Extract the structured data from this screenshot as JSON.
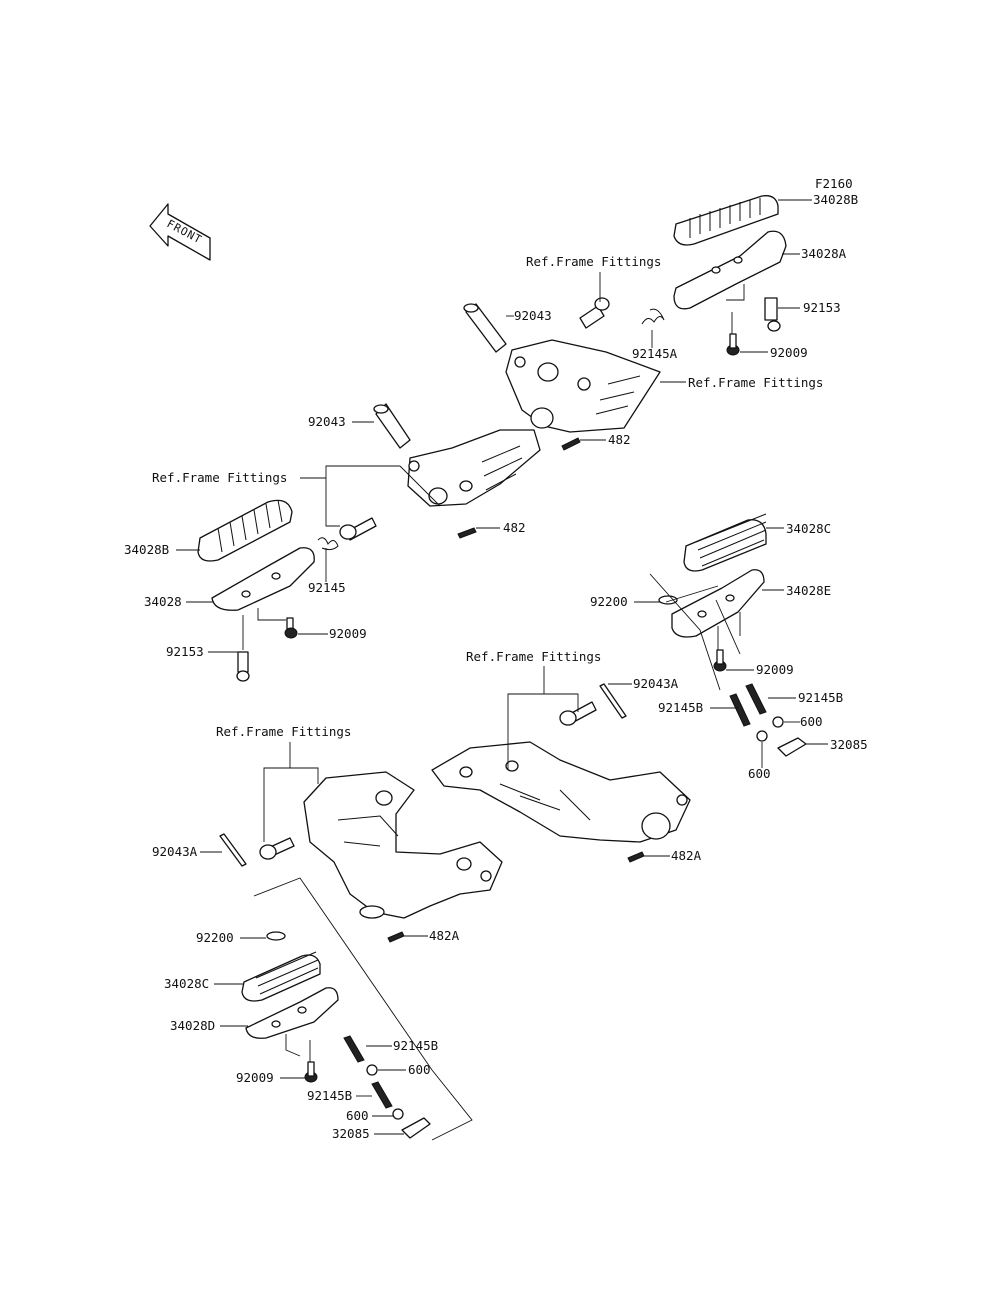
{
  "figure_code": "F2160",
  "front_arrow_label": "FRONT",
  "labels": {
    "p34028b_top": "34028B",
    "p34028a": "34028A",
    "p92153_top": "92153",
    "p92009_top": "92009",
    "ref_frame_1": "Ref.Frame Fittings",
    "p92043_top": "92043",
    "p92145a": "92145A",
    "ref_frame_2": "Ref.Frame Fittings",
    "p482_top": "482",
    "p92043_mid": "92043",
    "ref_frame_3": "Ref.Frame Fittings",
    "p482_mid": "482",
    "p34028b_left": "34028B",
    "p92145": "92145",
    "p34028": "34028",
    "p92009_left": "92009",
    "p92153_left": "92153",
    "p34028c_right": "34028C",
    "p92200_right": "92200",
    "p34028e": "34028E",
    "p92009_right": "92009",
    "ref_frame_4": "Ref.Frame Fittings",
    "p92043a_right": "92043A",
    "p92145b_r1": "92145B",
    "p92145b_r2": "92145B",
    "p600_r1": "600",
    "p32085_right": "32085",
    "p600_r2": "600",
    "ref_frame_5": "Ref.Frame Fittings",
    "p482a_right": "482A",
    "p92043a_left": "92043A",
    "p482a_left": "482A",
    "p92200_left": "92200",
    "p34028c_left": "34028C",
    "p34028d": "34028D",
    "p92145b_l1": "92145B",
    "p92009_bottom": "92009",
    "p600_l1": "600",
    "p92145b_l2": "92145B",
    "p600_l2": "600",
    "p32085_left": "32085"
  }
}
